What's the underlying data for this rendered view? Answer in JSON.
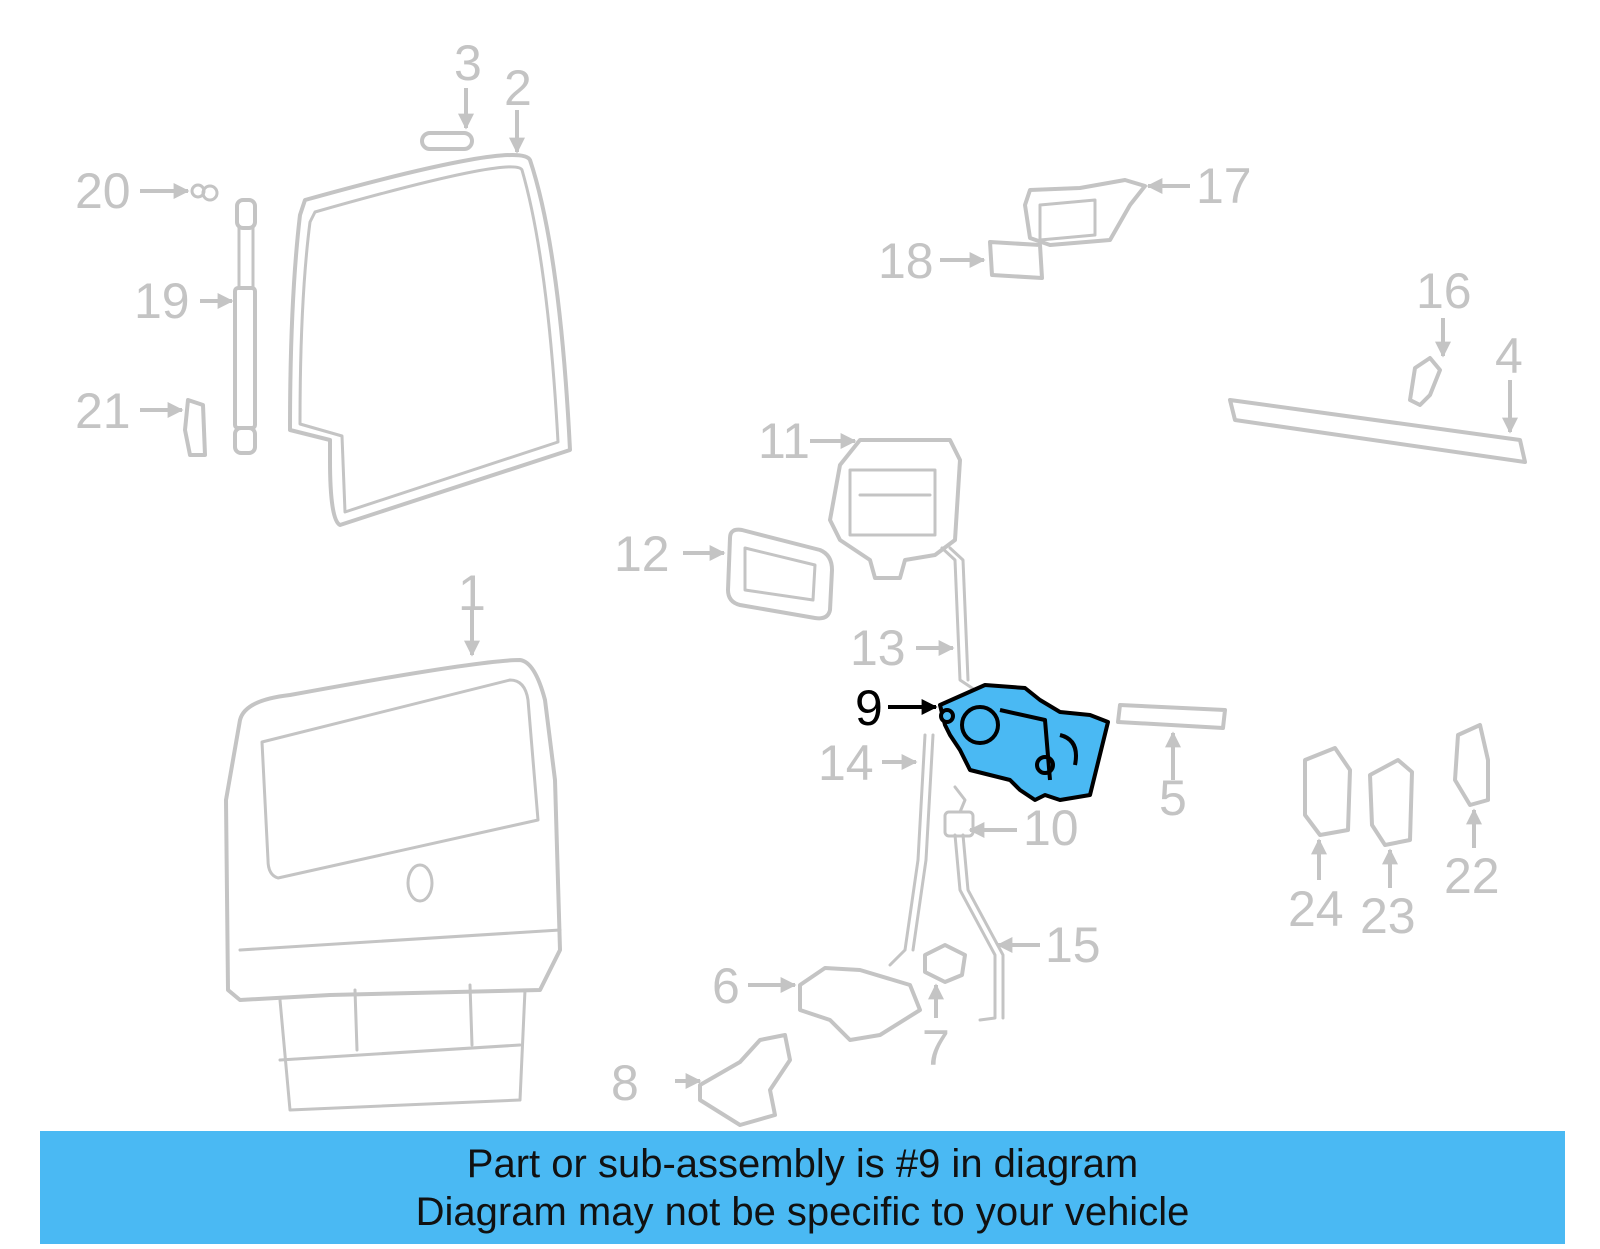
{
  "colors": {
    "highlight_fill": "#4ab9f3",
    "muted_line": "#c4c4c4",
    "banner_bg": "#4ab9f3",
    "banner_text": "#111111"
  },
  "highlighted_part": "9",
  "callouts": [
    "1",
    "2",
    "3",
    "4",
    "5",
    "6",
    "7",
    "8",
    "9",
    "10",
    "11",
    "12",
    "13",
    "14",
    "15",
    "16",
    "17",
    "18",
    "19",
    "20",
    "21",
    "22",
    "23",
    "24"
  ],
  "banner": {
    "line1": "Part or sub-assembly is #9 in diagram",
    "line2": "Diagram may not be specific to your vehicle"
  }
}
